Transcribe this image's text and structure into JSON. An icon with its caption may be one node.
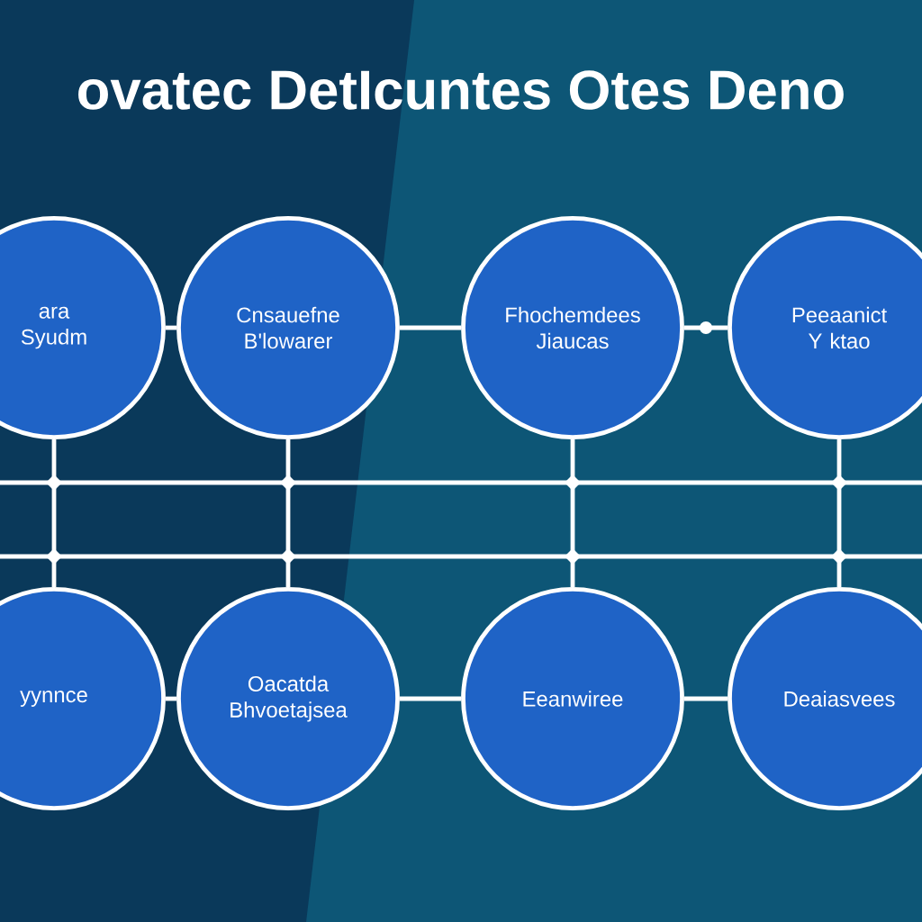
{
  "diagram": {
    "title": "ovatec DetIcuntes Otes Deno",
    "nodes": [
      {
        "text": [
          "ara Syudm"
        ]
      },
      {
        "text": [
          "Cnsauefne B'lowarer"
        ]
      },
      {
        "text": [
          "Fhochemdees Jiaucas"
        ]
      },
      {
        "text": [
          "Peeaanict Y ktao"
        ]
      },
      {
        "text": [
          "yynnce"
        ]
      },
      {
        "text": [
          "Oacatda Bhvoetajsea"
        ]
      },
      {
        "text": [
          "Eeanwiree"
        ]
      },
      {
        "text": [
          "Deaiasvees"
        ]
      }
    ],
    "edges": [
      {
        "from": 0,
        "to": 1,
        "arrow": "none"
      },
      {
        "from": 1,
        "to": 2,
        "arrow": "none"
      },
      {
        "from": 2,
        "to": 3,
        "arrow": "none"
      },
      {
        "from": 4,
        "to": 5,
        "arrow": "none"
      },
      {
        "from": 5,
        "to": 6,
        "arrow": "none"
      },
      {
        "from": 6,
        "to": 7,
        "arrow": "none"
      },
      {
        "from": 0,
        "to": 4,
        "arrow": "none"
      },
      {
        "from": 1,
        "to": 5,
        "arrow": "none"
      },
      {
        "from": 2,
        "to": 6,
        "arrow": "none"
      },
      {
        "from": 3,
        "to": 7,
        "arrow": "none"
      }
    ]
  }
}
